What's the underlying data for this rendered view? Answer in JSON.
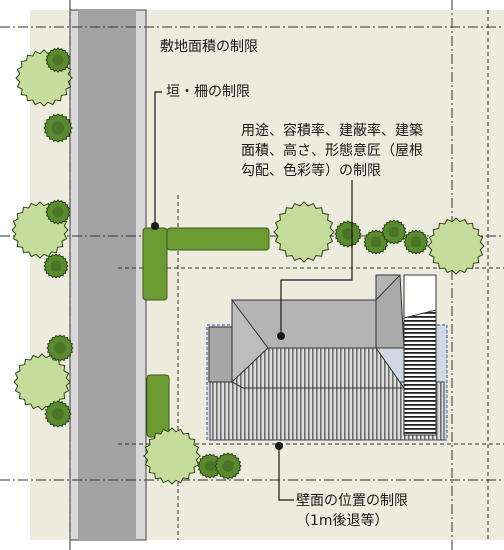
{
  "labels": {
    "site_area": "敷地面積の制限",
    "fence": "垣・柵の制限",
    "use_lines": [
      "用途、容積率、建蔽率、建築",
      "面積、高さ、形態意匠（屋根",
      "勾配、色彩等）の制限"
    ],
    "wall_line": "壁面の位置の制限",
    "setback": "（1m後退等）"
  },
  "colors": {
    "background": "#ecebdd",
    "road": "#a3a3a3",
    "road_edge": "#d8d8d8",
    "hedge": "#6c9a33",
    "tree": "#c5dc9c",
    "tree_dark": "#5a8a2e",
    "roof": "#b4b4b4",
    "line": "#1a1a1a"
  }
}
